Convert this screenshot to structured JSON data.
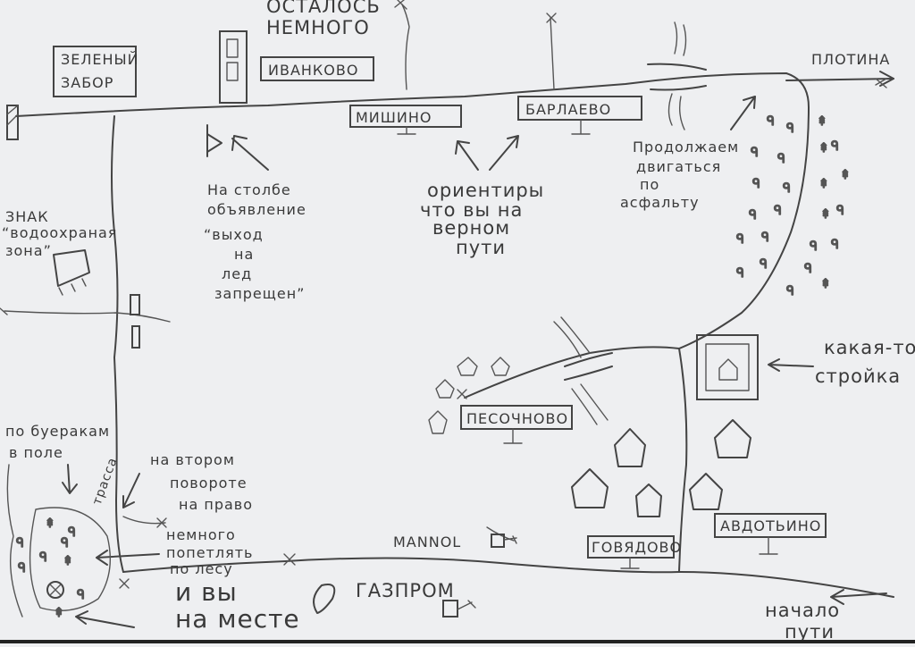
{
  "places": {
    "ivankovo": "ИВАНКОВО",
    "mishino": "МИШИНО",
    "barlaevo": "БАРЛАЕВО",
    "pesochnovo": "ПЕСОЧНОВО",
    "govyadovo": "ГОВЯДОВО",
    "avdotyino": "АВДОТЬИНО",
    "plotina": "ПЛОТИНА"
  },
  "labels": {
    "zeleny_zabor": [
      "ЗЕЛЕНЫЙ",
      "ЗАБОР"
    ],
    "ostalos": [
      "ОСТАЛОСЬ",
      "НЕМНОГО"
    ],
    "na_stolbe": [
      "На столбе",
      "объявление",
      "“выход",
      "на",
      "лед",
      "запрещен”"
    ],
    "orientiry": [
      "ориентиры",
      "что вы на",
      "верном",
      "пути"
    ],
    "prodolzhaem": [
      "Продолжаем",
      "двигаться",
      "по",
      "асфальту"
    ],
    "znak": [
      "ЗНАК",
      "“водоохраная",
      "зона”"
    ],
    "kakaya_to": [
      "какая-то",
      "стройка"
    ],
    "po_buerakam": [
      "по буеракам",
      "в поле"
    ],
    "na_vtorom": [
      "на втором",
      "повороте",
      "на право"
    ],
    "nemnogo": [
      "немного",
      "попетлять",
      "по лесу"
    ],
    "i_vy": [
      "и вы",
      "на месте"
    ],
    "mannol": "MANNOL",
    "gazprom": "ГАЗПРОМ",
    "nachalo": [
      "начало",
      "пути"
    ],
    "trassa": "трасса"
  }
}
